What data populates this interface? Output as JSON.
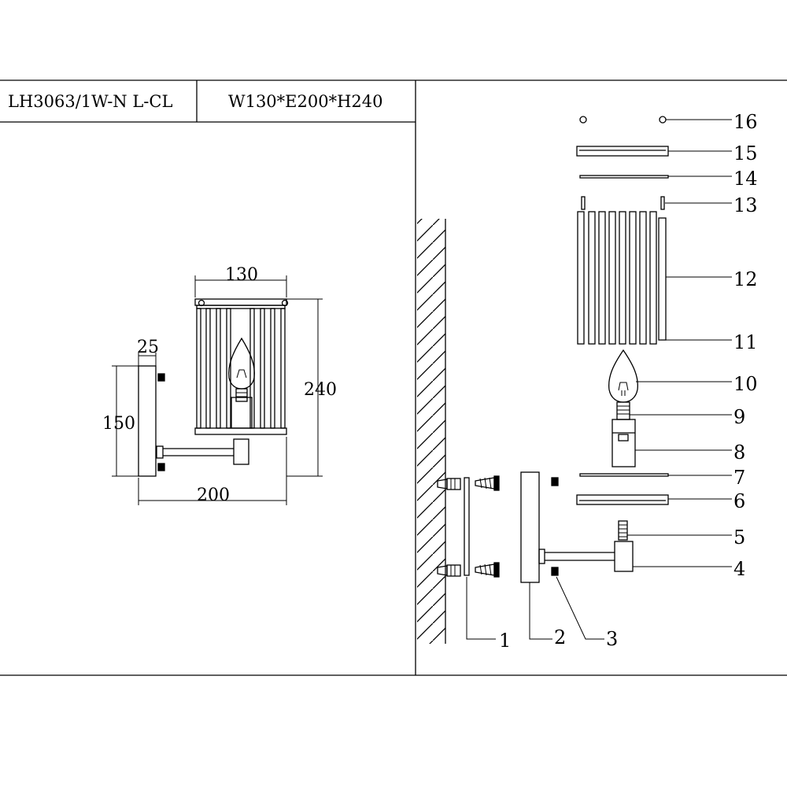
{
  "header": {
    "model": "LH3063/1W-N L-CL",
    "dimensions": "W130*E200*H240"
  },
  "front_view": {
    "width_label": "130",
    "height_label": "240",
    "depth_label": "200",
    "backplate_height_label": "150",
    "backplate_width_label": "25"
  },
  "parts": {
    "p1": "1",
    "p2": "2",
    "p3": "3",
    "p4": "4",
    "p5": "5",
    "p6": "6",
    "p7": "7",
    "p8": "8",
    "p9": "9",
    "p10": "10",
    "p11": "11",
    "p12": "12",
    "p13": "13",
    "p14": "14",
    "p15": "15",
    "p16": "16"
  },
  "colors": {
    "line": "#000000",
    "background": "#ffffff"
  }
}
